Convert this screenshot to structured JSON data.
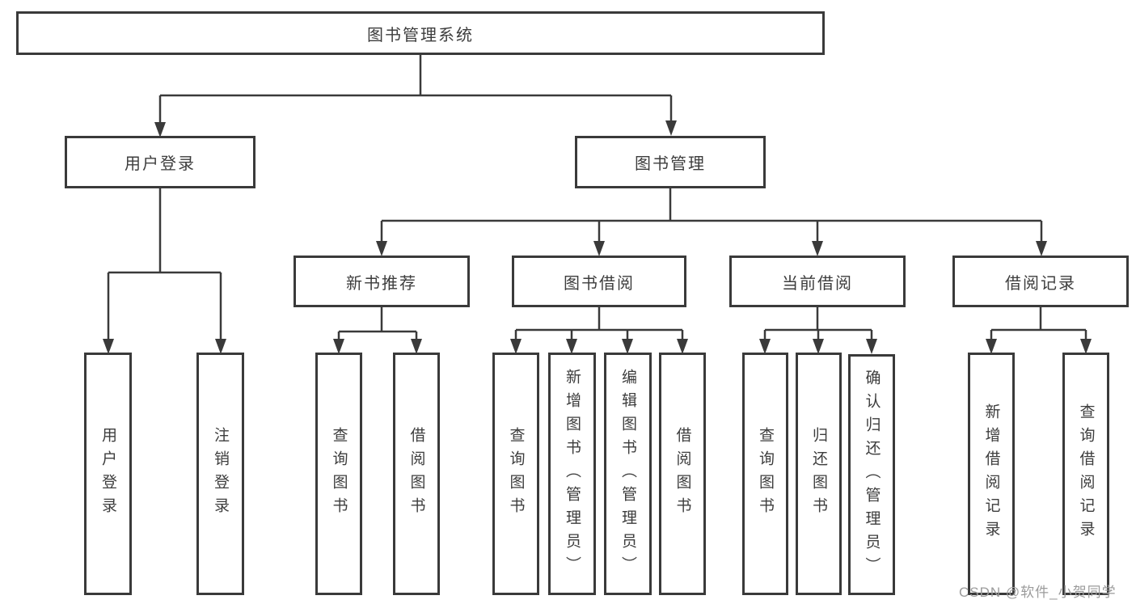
{
  "colors": {
    "background": "#ffffff",
    "line": "#3a3a3a",
    "box_border": "#3a3a3a",
    "text": "#3d3d3d",
    "watermark": "#9b9b9b"
  },
  "diagram": {
    "root": "图书管理系统",
    "level1": {
      "user_login": "用户登录",
      "book_management": "图书管理"
    },
    "level2": {
      "new_books": "新书推荐",
      "book_borrowing": "图书借阅",
      "current_borrowing": "当前借阅",
      "borrowing_records": "借阅记录"
    },
    "leaves": {
      "user_login": [
        "用户登录",
        "注销登录"
      ],
      "new_books": [
        "查询图书",
        "借阅图书"
      ],
      "book_borrowing": [
        "查询图书",
        "新增图书（管理员）",
        "编辑图书（管理员）",
        "借阅图书"
      ],
      "current_borrowing": [
        "查询图书",
        "归还图书",
        "确认归还（管理员）"
      ],
      "borrowing_records": [
        "新增借阅记录",
        "查询借阅记录"
      ]
    },
    "watermark": "CSDN @软件_小贺同学"
  }
}
